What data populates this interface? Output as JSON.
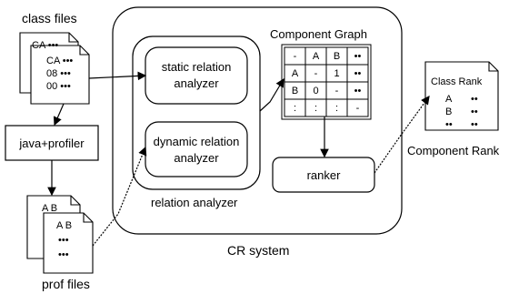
{
  "labels": {
    "class_files": "class files",
    "prof_files": "prof files",
    "profiler": "java+profiler",
    "static_analyzer_1": "static relation",
    "static_analyzer_2": "analyzer",
    "dynamic_analyzer_1": "dynamic relation",
    "dynamic_analyzer_2": "analyzer",
    "relation_analyzer": "relation analyzer",
    "cr_system": "CR system",
    "component_graph": "Component Graph",
    "ranker": "ranker",
    "component_rank": "Component Rank",
    "class_rank": "Class Rank"
  },
  "class_files_doc": {
    "back": "CA •••",
    "front": [
      "CA •••",
      "08 •••",
      "00 •••"
    ]
  },
  "prof_files_doc": {
    "back": "A  B",
    "front": [
      "A  B",
      "•••",
      "•••"
    ]
  },
  "graph_table": [
    [
      "-",
      "A",
      "B",
      "••"
    ],
    [
      "A",
      "-",
      "1",
      "••"
    ],
    [
      "B",
      "0",
      "-",
      "••"
    ],
    [
      ":",
      ":",
      ":",
      "-"
    ]
  ],
  "class_rank_doc": {
    "rows": [
      [
        "A",
        "••"
      ],
      [
        "B",
        "••"
      ],
      [
        "••",
        "••"
      ]
    ]
  }
}
